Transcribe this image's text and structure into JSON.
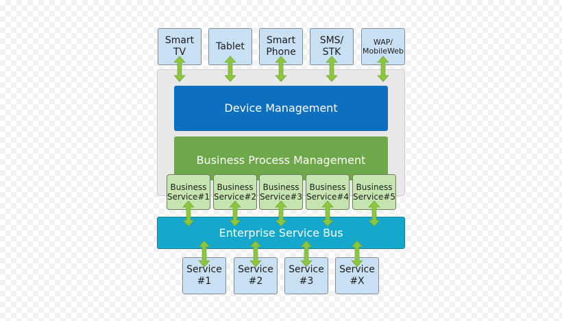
{
  "devices": [
    "Smart\nTV",
    "Tablet",
    "Smart\nPhone",
    "SMS/\nSTK",
    "WAP/\nMobileWeb"
  ],
  "device_management": "Device Management",
  "business_process_management": "Business Process Management",
  "business_services": [
    "Business\nService#1",
    "Business\nService#2",
    "Business\nService#3",
    "Business\nService#4",
    "Business\nService#5"
  ],
  "enterprise_service_bus": "Enterprise Service Bus",
  "services": [
    "Service\n#1",
    "Service\n#2",
    "Service\n#3",
    "Service\n#X"
  ],
  "colors": {
    "device_box": "#c9dff2",
    "device_management": "#0d6fc0",
    "business_process": "#6ea84a",
    "business_service": "#c6e4b0",
    "esb": "#16a8cc",
    "arrow": "#8cc63f"
  }
}
